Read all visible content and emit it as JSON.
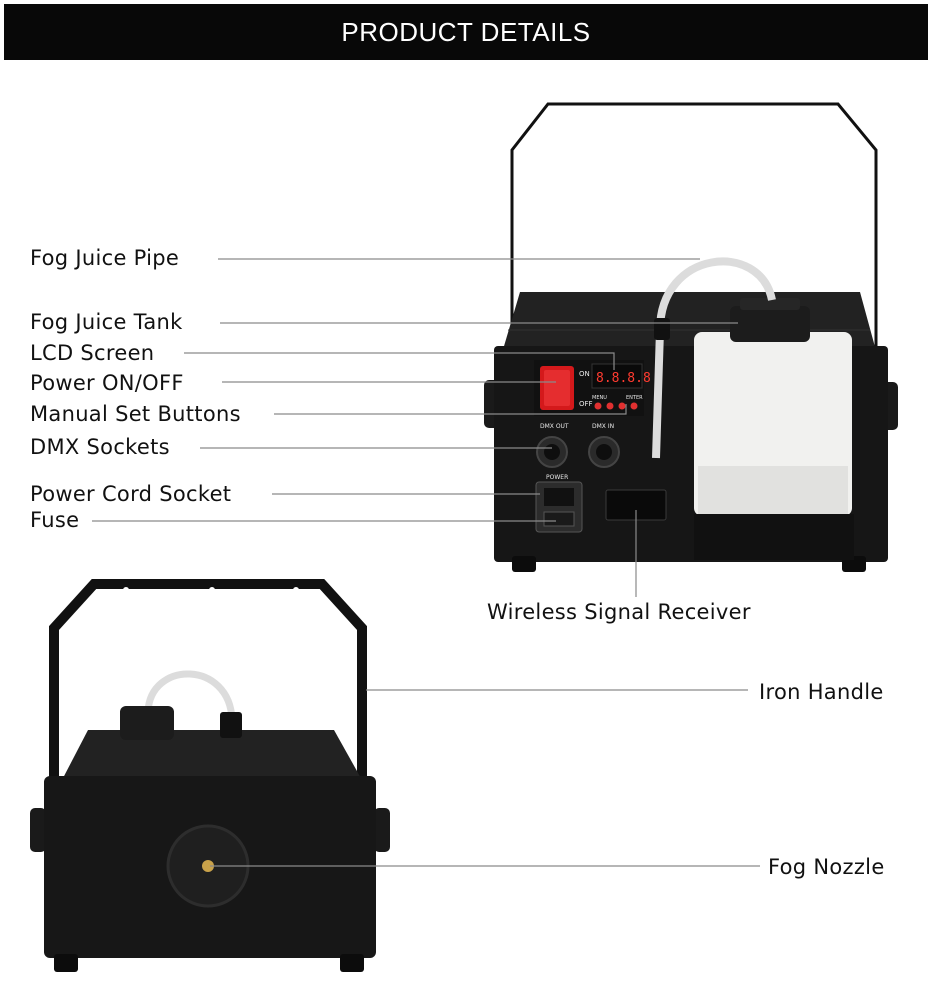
{
  "banner": {
    "title": "PRODUCT DETAILS"
  },
  "callouts": {
    "fog_juice_pipe": "Fog Juice Pipe",
    "fog_juice_tank": "Fog Juice Tank",
    "lcd_screen": "LCD Screen",
    "power_on_off": "Power ON/OFF",
    "manual_set_buttons": "Manual Set Buttons",
    "dmx_sockets": "DMX Sockets",
    "power_cord_socket": "Power Cord Socket",
    "fuse": "Fuse",
    "wireless_signal_receiver": "Wireless Signal Receiver",
    "iron_handle": "Iron Handle",
    "fog_nozzle": "Fog Nozzle"
  },
  "panel": {
    "on": "ON",
    "off": "OFF",
    "display": "8.8.8.8",
    "menu": "MENU",
    "enter": "ENTER",
    "dmx_out": "DMX OUT",
    "dmx_in": "DMX IN",
    "power": "POWER"
  }
}
